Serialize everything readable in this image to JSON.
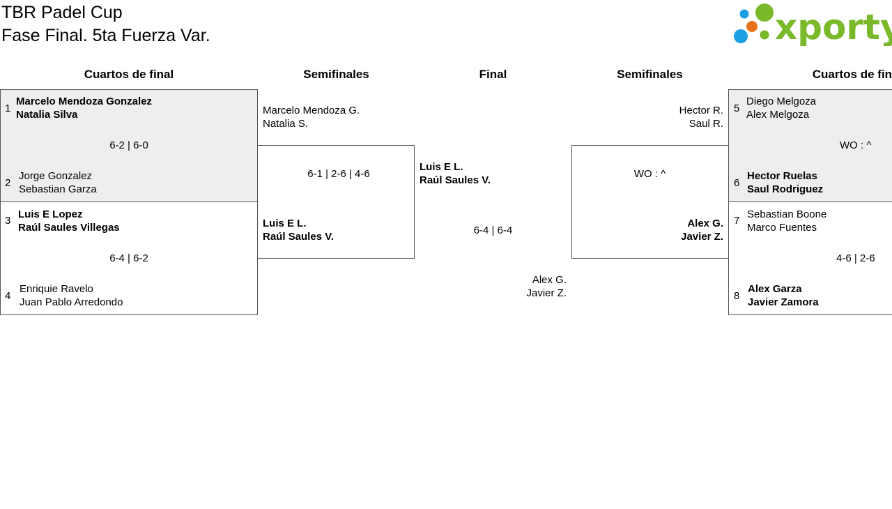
{
  "header": {
    "title": "TBR Padel Cup",
    "subtitle": "Fase Final. 5ta Fuerza Var.",
    "logo_text": "xporty"
  },
  "colors": {
    "logo_green": "#7ab929",
    "logo_blue": "#1aa0e3",
    "logo_orange": "#e8731a",
    "box_shade": "#eeeeee"
  },
  "rounds": {
    "left_qf": "Cuartos de final",
    "left_sf": "Semifinales",
    "final": "Final",
    "right_sf": "Semifinales",
    "right_qf": "Cuartos de final"
  },
  "left_qf": {
    "m1": {
      "seed_a": "1",
      "a1": "Marcelo Mendoza Gonzalez",
      "a2": "Natalia Silva",
      "seed_b": "2",
      "b1": "Jorge Gonzalez",
      "b2": "Sebastian Garza",
      "score": "6-2 | 6-0"
    },
    "m2": {
      "seed_a": "3",
      "a1": "Luis E Lopez",
      "a2": "Raúl Saules Villegas",
      "seed_b": "4",
      "b1": "Enriquie Ravelo",
      "b2": "Juan Pablo Arredondo",
      "score": "6-4 | 6-2"
    }
  },
  "left_sf": {
    "a1": "Marcelo Mendoza G.",
    "a2": "Natalia S.",
    "b1": "Luis E L.",
    "b2": "Raúl Saules V.",
    "score": "6-1 | 2-6 | 4-6"
  },
  "final": {
    "a1": "Luis E L.",
    "a2": "Raúl Saules V.",
    "b1": "Alex G.",
    "b2": "Javier Z.",
    "score": "6-4 | 6-4"
  },
  "right_sf": {
    "a1": "Hector R.",
    "a2": "Saul R.",
    "b1": "Alex G.",
    "b2": "Javier Z.",
    "score": "WO : ^"
  },
  "right_qf": {
    "m1": {
      "seed_a": "5",
      "a1": "Diego Melgoza",
      "a2": "Alex Melgoza",
      "seed_b": "6",
      "b1": "Hector Ruelas",
      "b2": "Saul Rodriguez",
      "score": "WO : ^"
    },
    "m2": {
      "seed_a": "7",
      "a1": "Sebastian Boone",
      "a2": "Marco Fuentes",
      "seed_b": "8",
      "b1": "Alex Garza",
      "b2": "Javier Zamora",
      "score": "4-6 | 2-6"
    }
  }
}
